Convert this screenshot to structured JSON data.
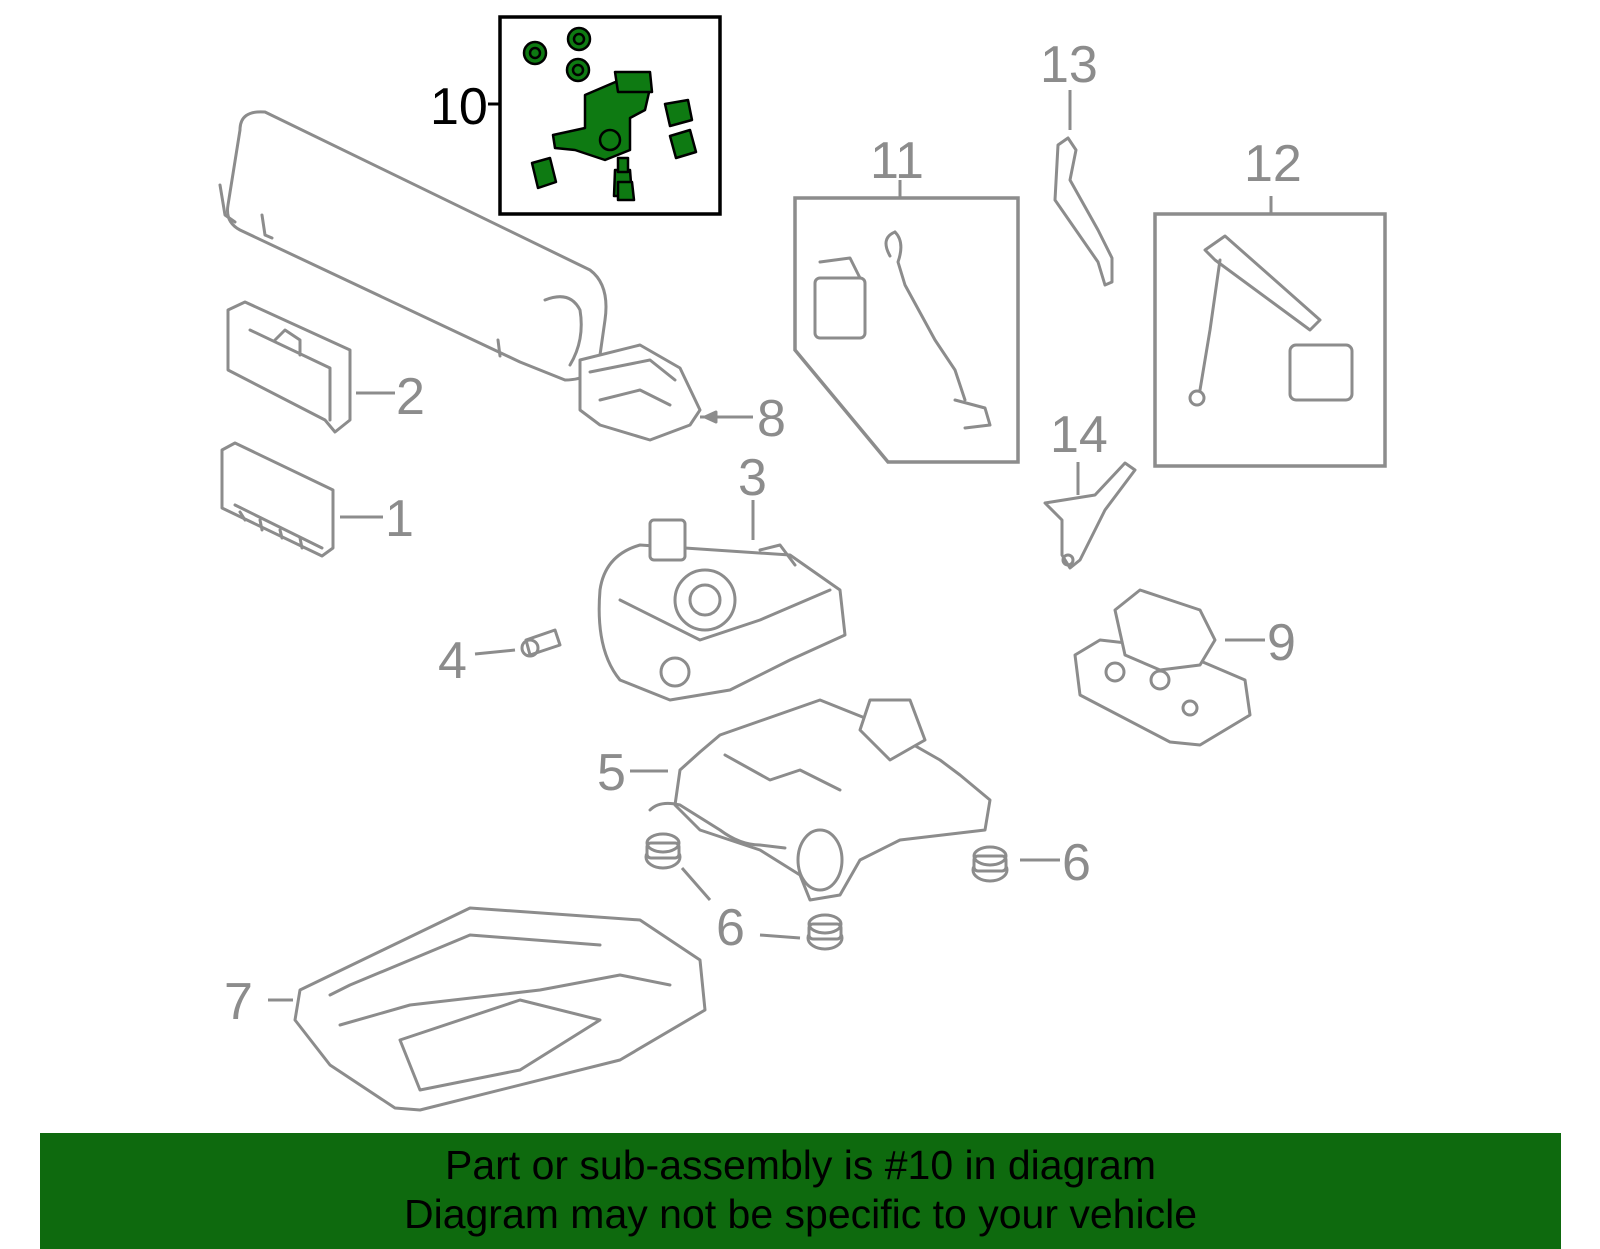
{
  "callouts": {
    "c1": "1",
    "c2": "2",
    "c3": "3",
    "c4": "4",
    "c5": "5",
    "c6a": "6",
    "c6b": "6",
    "c7": "7",
    "c8": "8",
    "c9": "9",
    "c10": "10",
    "c11": "11",
    "c12": "12",
    "c13": "13",
    "c14": "14"
  },
  "highlight_color": "#0e7a12",
  "banner": {
    "line1": "Part or sub-assembly is #10 in diagram",
    "line2": "Diagram may not be specific to your vehicle",
    "background": "#0e6a0e"
  }
}
